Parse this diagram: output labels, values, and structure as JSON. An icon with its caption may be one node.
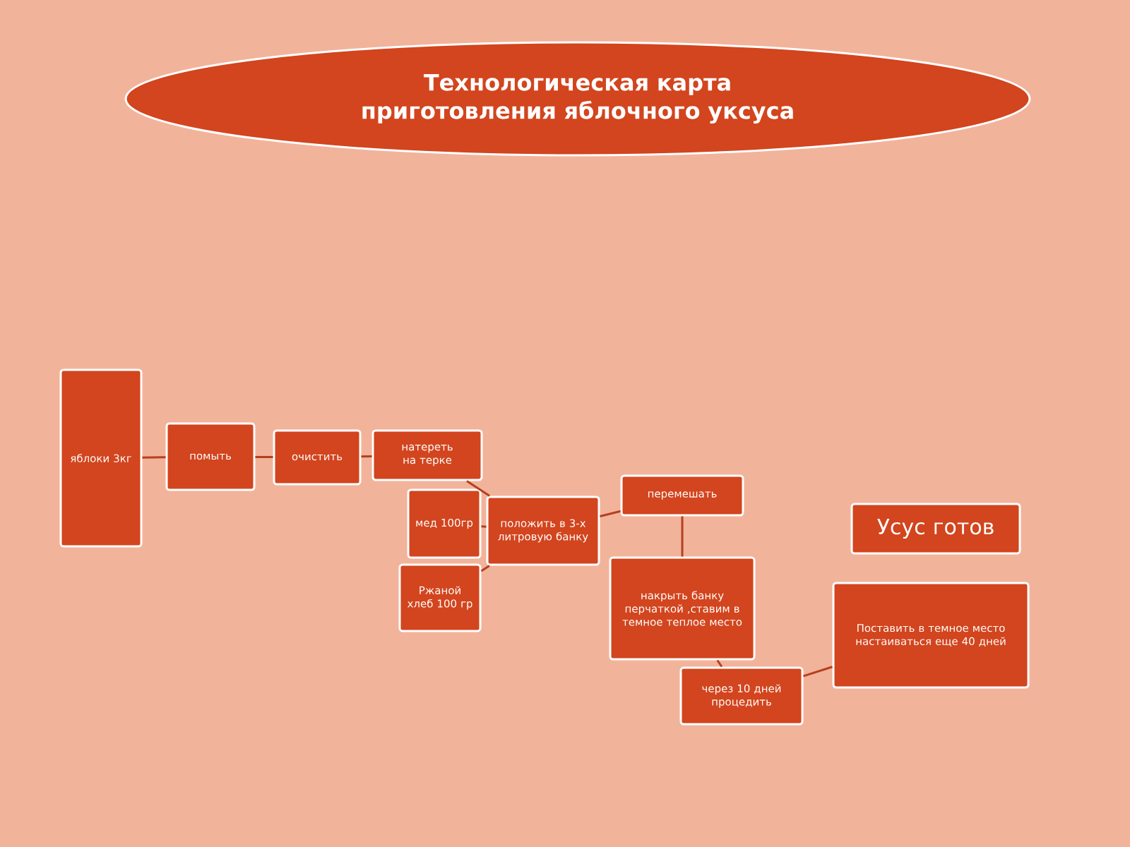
{
  "diagram": {
    "title": "Технологическая карта приготовления яблочного уксуса",
    "nodes": [
      {
        "text": [
          "яблоки 3кг"
        ]
      },
      {
        "text": [
          "помыть"
        ]
      },
      {
        "text": [
          "очистить"
        ]
      },
      {
        "text": [
          "натереть на терке"
        ]
      },
      {
        "text": [
          "мед 100гр"
        ]
      },
      {
        "text": [
          "Ржаной хлеб 100 гр"
        ]
      },
      {
        "text": [
          "положить в 3-х литровую банку"
        ]
      },
      {
        "text": [
          "перемешать"
        ]
      },
      {
        "text": [
          "накрыть банку перчаткой ,ставим в темное теплое место"
        ]
      },
      {
        "text": [
          "через 10 дней процедить"
        ]
      },
      {
        "text": [
          "Поставить в темное место настаиваться еще 40 дней"
        ]
      },
      {
        "text": [
          "Усус готов"
        ]
      }
    ],
    "edges": [
      {
        "from": 0,
        "to": 1,
        "arrow": "none"
      },
      {
        "from": 1,
        "to": 2,
        "arrow": "none"
      },
      {
        "from": 2,
        "to": 3,
        "arrow": "none"
      },
      {
        "from": 3,
        "to": 6,
        "arrow": "none"
      },
      {
        "from": 4,
        "to": 6,
        "arrow": "none"
      },
      {
        "from": 5,
        "to": 6,
        "arrow": "none"
      },
      {
        "from": 6,
        "to": 7,
        "arrow": "none"
      },
      {
        "from": 7,
        "to": 8,
        "arrow": "none"
      },
      {
        "from": 8,
        "to": 9,
        "arrow": "none"
      },
      {
        "from": 9,
        "to": 10,
        "arrow": "none"
      }
    ]
  }
}
